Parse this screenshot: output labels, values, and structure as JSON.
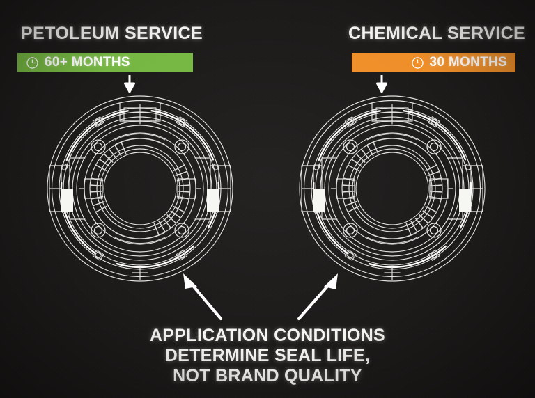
{
  "background_color": "#1d1b1a",
  "columns": [
    {
      "title": "PETOLEUM SERVICE",
      "badge": {
        "label": "60+ MONTHS",
        "color": "#76b743",
        "icon": "clock-icon",
        "align": "left"
      }
    },
    {
      "title": "CHEMICAL SERVICE",
      "badge": {
        "label": "30 MONTHS",
        "color": "#ef8f2a",
        "icon": "clock-icon",
        "align": "right"
      }
    }
  ],
  "diagram": {
    "name": "mechanical-seal-cross-section",
    "line_color": "#e8e8e4",
    "count": 2
  },
  "annotations": {
    "top_arrow_icon": "arrow-down-icon",
    "callout_arrow_icon": "arrow-up-left-icon"
  },
  "caption": {
    "line1": "APPLICATION CONDITIONS",
    "line2": "DETERMINE SEAL LIFE,",
    "line3": "NOT BRAND QUALITY"
  }
}
